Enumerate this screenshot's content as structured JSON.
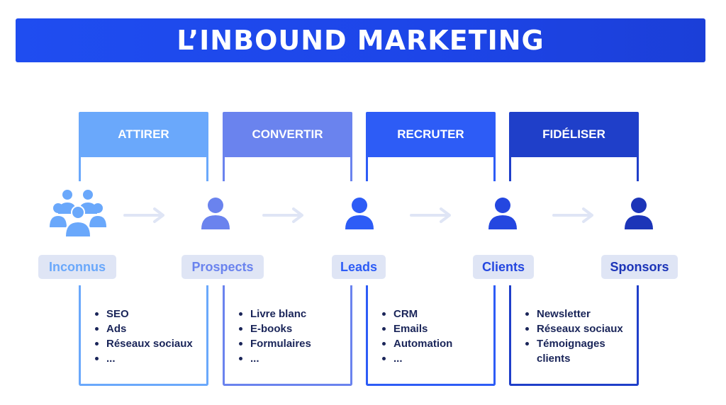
{
  "title": "L’INBOUND MARKETING",
  "stages": [
    {
      "label": "ATTIRER",
      "color": "#6aa8fb",
      "items": [
        "SEO",
        "Ads",
        "Réseaux sociaux",
        "..."
      ]
    },
    {
      "label": "CONVERTIR",
      "color": "#6a83ee",
      "items": [
        "Livre blanc",
        "E-books",
        "Formulaires",
        "..."
      ]
    },
    {
      "label": "RECRUTER",
      "color": "#2d5cf6",
      "items": [
        "CRM",
        "Emails",
        "Automation",
        "..."
      ]
    },
    {
      "label": "FIDÉLISER",
      "color": "#1f3fc9",
      "items": [
        "Newsletter",
        "Réseaux sociaux",
        "Témoignages clients"
      ]
    }
  ],
  "personas": [
    {
      "label": "Inconnus",
      "icon": "group-icon",
      "color": "#6aa8fb"
    },
    {
      "label": "Prospects",
      "icon": "person-icon",
      "color": "#6a83ee"
    },
    {
      "label": "Leads",
      "icon": "person-icon",
      "color": "#2d5cf6"
    },
    {
      "label": "Clients",
      "icon": "person-icon",
      "color": "#2447e0"
    },
    {
      "label": "Sponsors",
      "icon": "person-icon",
      "color": "#1c35b8"
    }
  ],
  "arrow_color": "#dfe5f5"
}
